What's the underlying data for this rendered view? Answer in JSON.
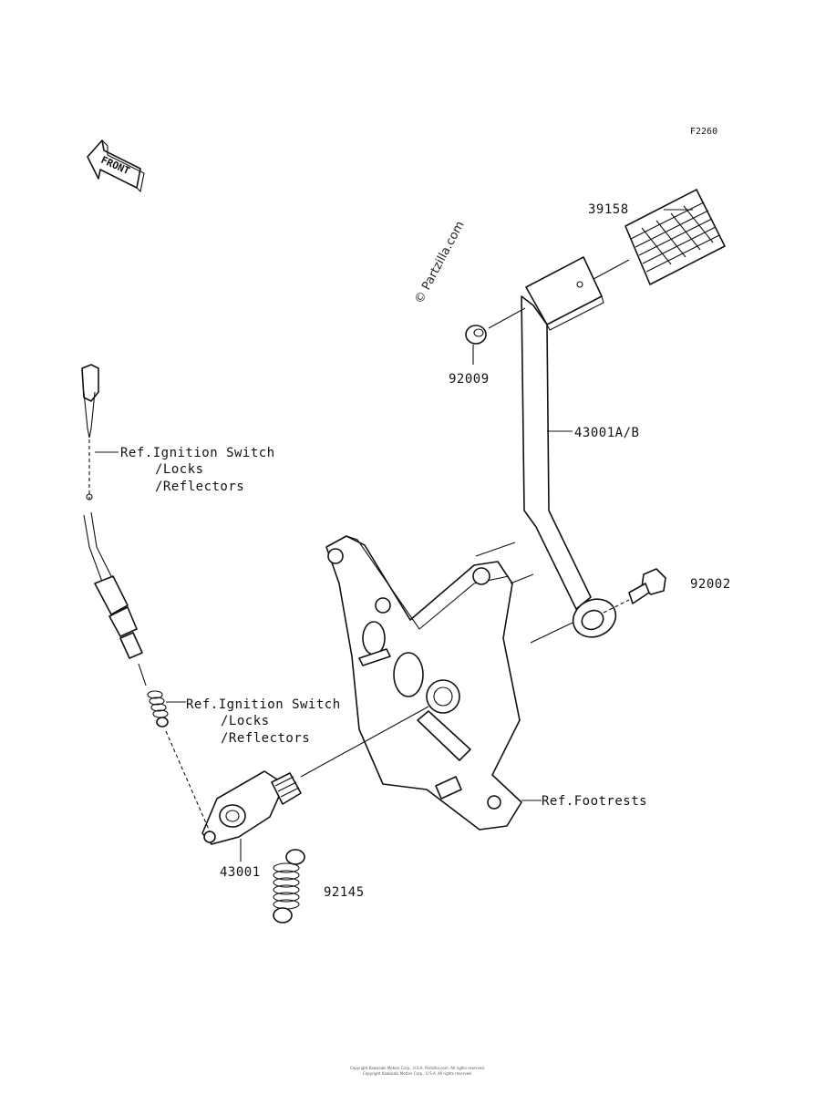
{
  "diagram_code": "F2260",
  "front_arrow_text": "FRONT",
  "watermark": "© Partzilla.com",
  "parts": {
    "pedal_pad": "39158",
    "washer": "92009",
    "pedal_arm": "43001A/B",
    "bolt": "92002",
    "pivot_lever": "43001",
    "spring": "92145"
  },
  "refs": {
    "ignition_1": {
      "line1": "Ref.Ignition Switch",
      "line2": "/Locks",
      "line3": "/Reflectors"
    },
    "ignition_2": {
      "line1": "Ref.Ignition Switch",
      "line2": "/Locks",
      "line3": "/Reflectors"
    },
    "footrests": "Ref.Footrests"
  },
  "copyright_lines": [
    "Copyright Kawasaki Motors Corp., U.S.A. Partzilla.com. All rights reserved.",
    "Copyright Kawasaki Motors Corp., U.S.A. All rights reserved."
  ]
}
